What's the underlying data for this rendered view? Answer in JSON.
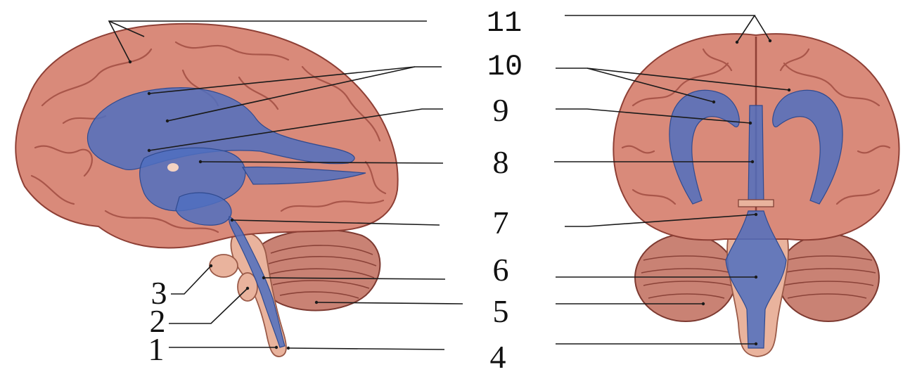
{
  "labels": {
    "l1": "1",
    "l2": "2",
    "l3": "3",
    "l4": "4",
    "l5": "5",
    "l6": "6",
    "l7": "7",
    "l8": "8",
    "l9": "9",
    "l10": "10",
    "l11": "11"
  },
  "colors": {
    "cortex": "#d98a7a",
    "ventricles": "#4f6fbf",
    "cerebellum": "#c98274",
    "brainstem": "#e9b39d"
  }
}
